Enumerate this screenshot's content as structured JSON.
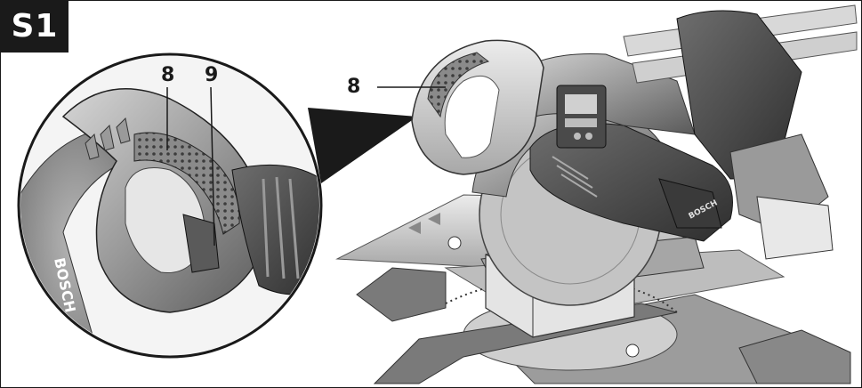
{
  "figure": {
    "tag": "S1",
    "callouts": [
      {
        "label": "8"
      },
      {
        "label": "8"
      },
      {
        "label": "9"
      }
    ],
    "brand_marks": [
      "BOSCH",
      "BOSCH"
    ]
  }
}
